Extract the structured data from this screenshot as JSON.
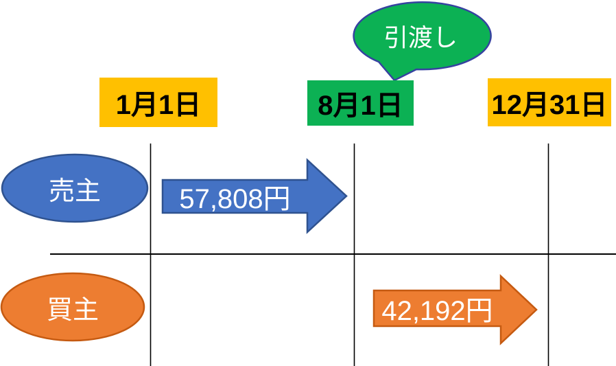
{
  "colors": {
    "yellow": "#FFC000",
    "green": "#0CB154",
    "blue_fill": "#4472C4",
    "blue_border": "#2F528F",
    "orange_fill": "#ED7D31",
    "orange_border": "#C55A11",
    "callout_border": "#3642A0",
    "line": "#000000"
  },
  "callout": {
    "label": "引渡し"
  },
  "dates": [
    {
      "label": "1月1日"
    },
    {
      "label": "8月1日"
    },
    {
      "label": "12月31日"
    }
  ],
  "rows": [
    {
      "party": "売主",
      "amount": "57,808円"
    },
    {
      "party": "買主",
      "amount": "42,192円"
    }
  ]
}
